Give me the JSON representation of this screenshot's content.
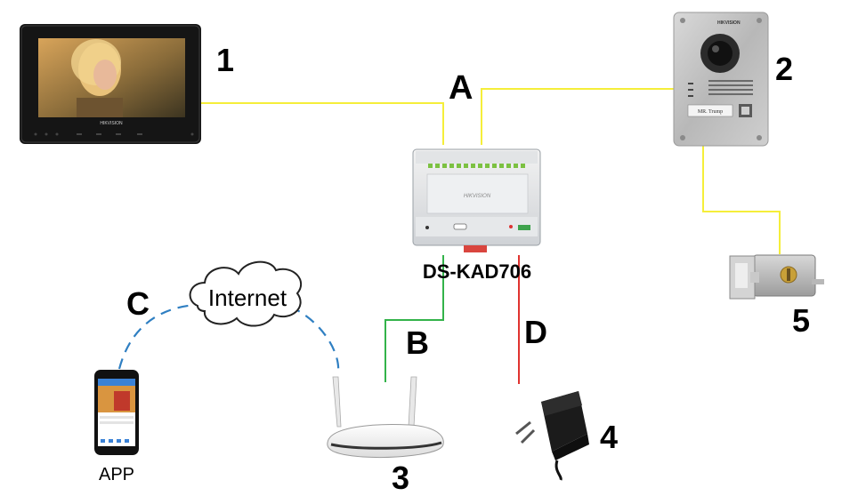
{
  "device_labels": {
    "monitor": "1",
    "door_station": "2",
    "router": "3",
    "power_adapter": "4",
    "lock": "5"
  },
  "connection_labels": {
    "a": "A",
    "b": "B",
    "c": "C",
    "d": "D"
  },
  "distributor_model": "DS-KAD706",
  "brand": "HIKVISION",
  "cloud_label": "Internet",
  "app_label": "APP",
  "nameplate_text": "MR. Trump",
  "colors": {
    "line_a": "#f5ee3a",
    "line_b": "#33b34a",
    "line_c": "#2f7fc2",
    "line_d": "#e0332f",
    "lock_wire": "#f5ee3a"
  },
  "icons": [
    "indoor-monitor-icon",
    "door-station-icon",
    "distributor-icon",
    "router-icon",
    "power-adapter-icon",
    "door-lock-icon",
    "cloud-icon",
    "smartphone-icon"
  ]
}
